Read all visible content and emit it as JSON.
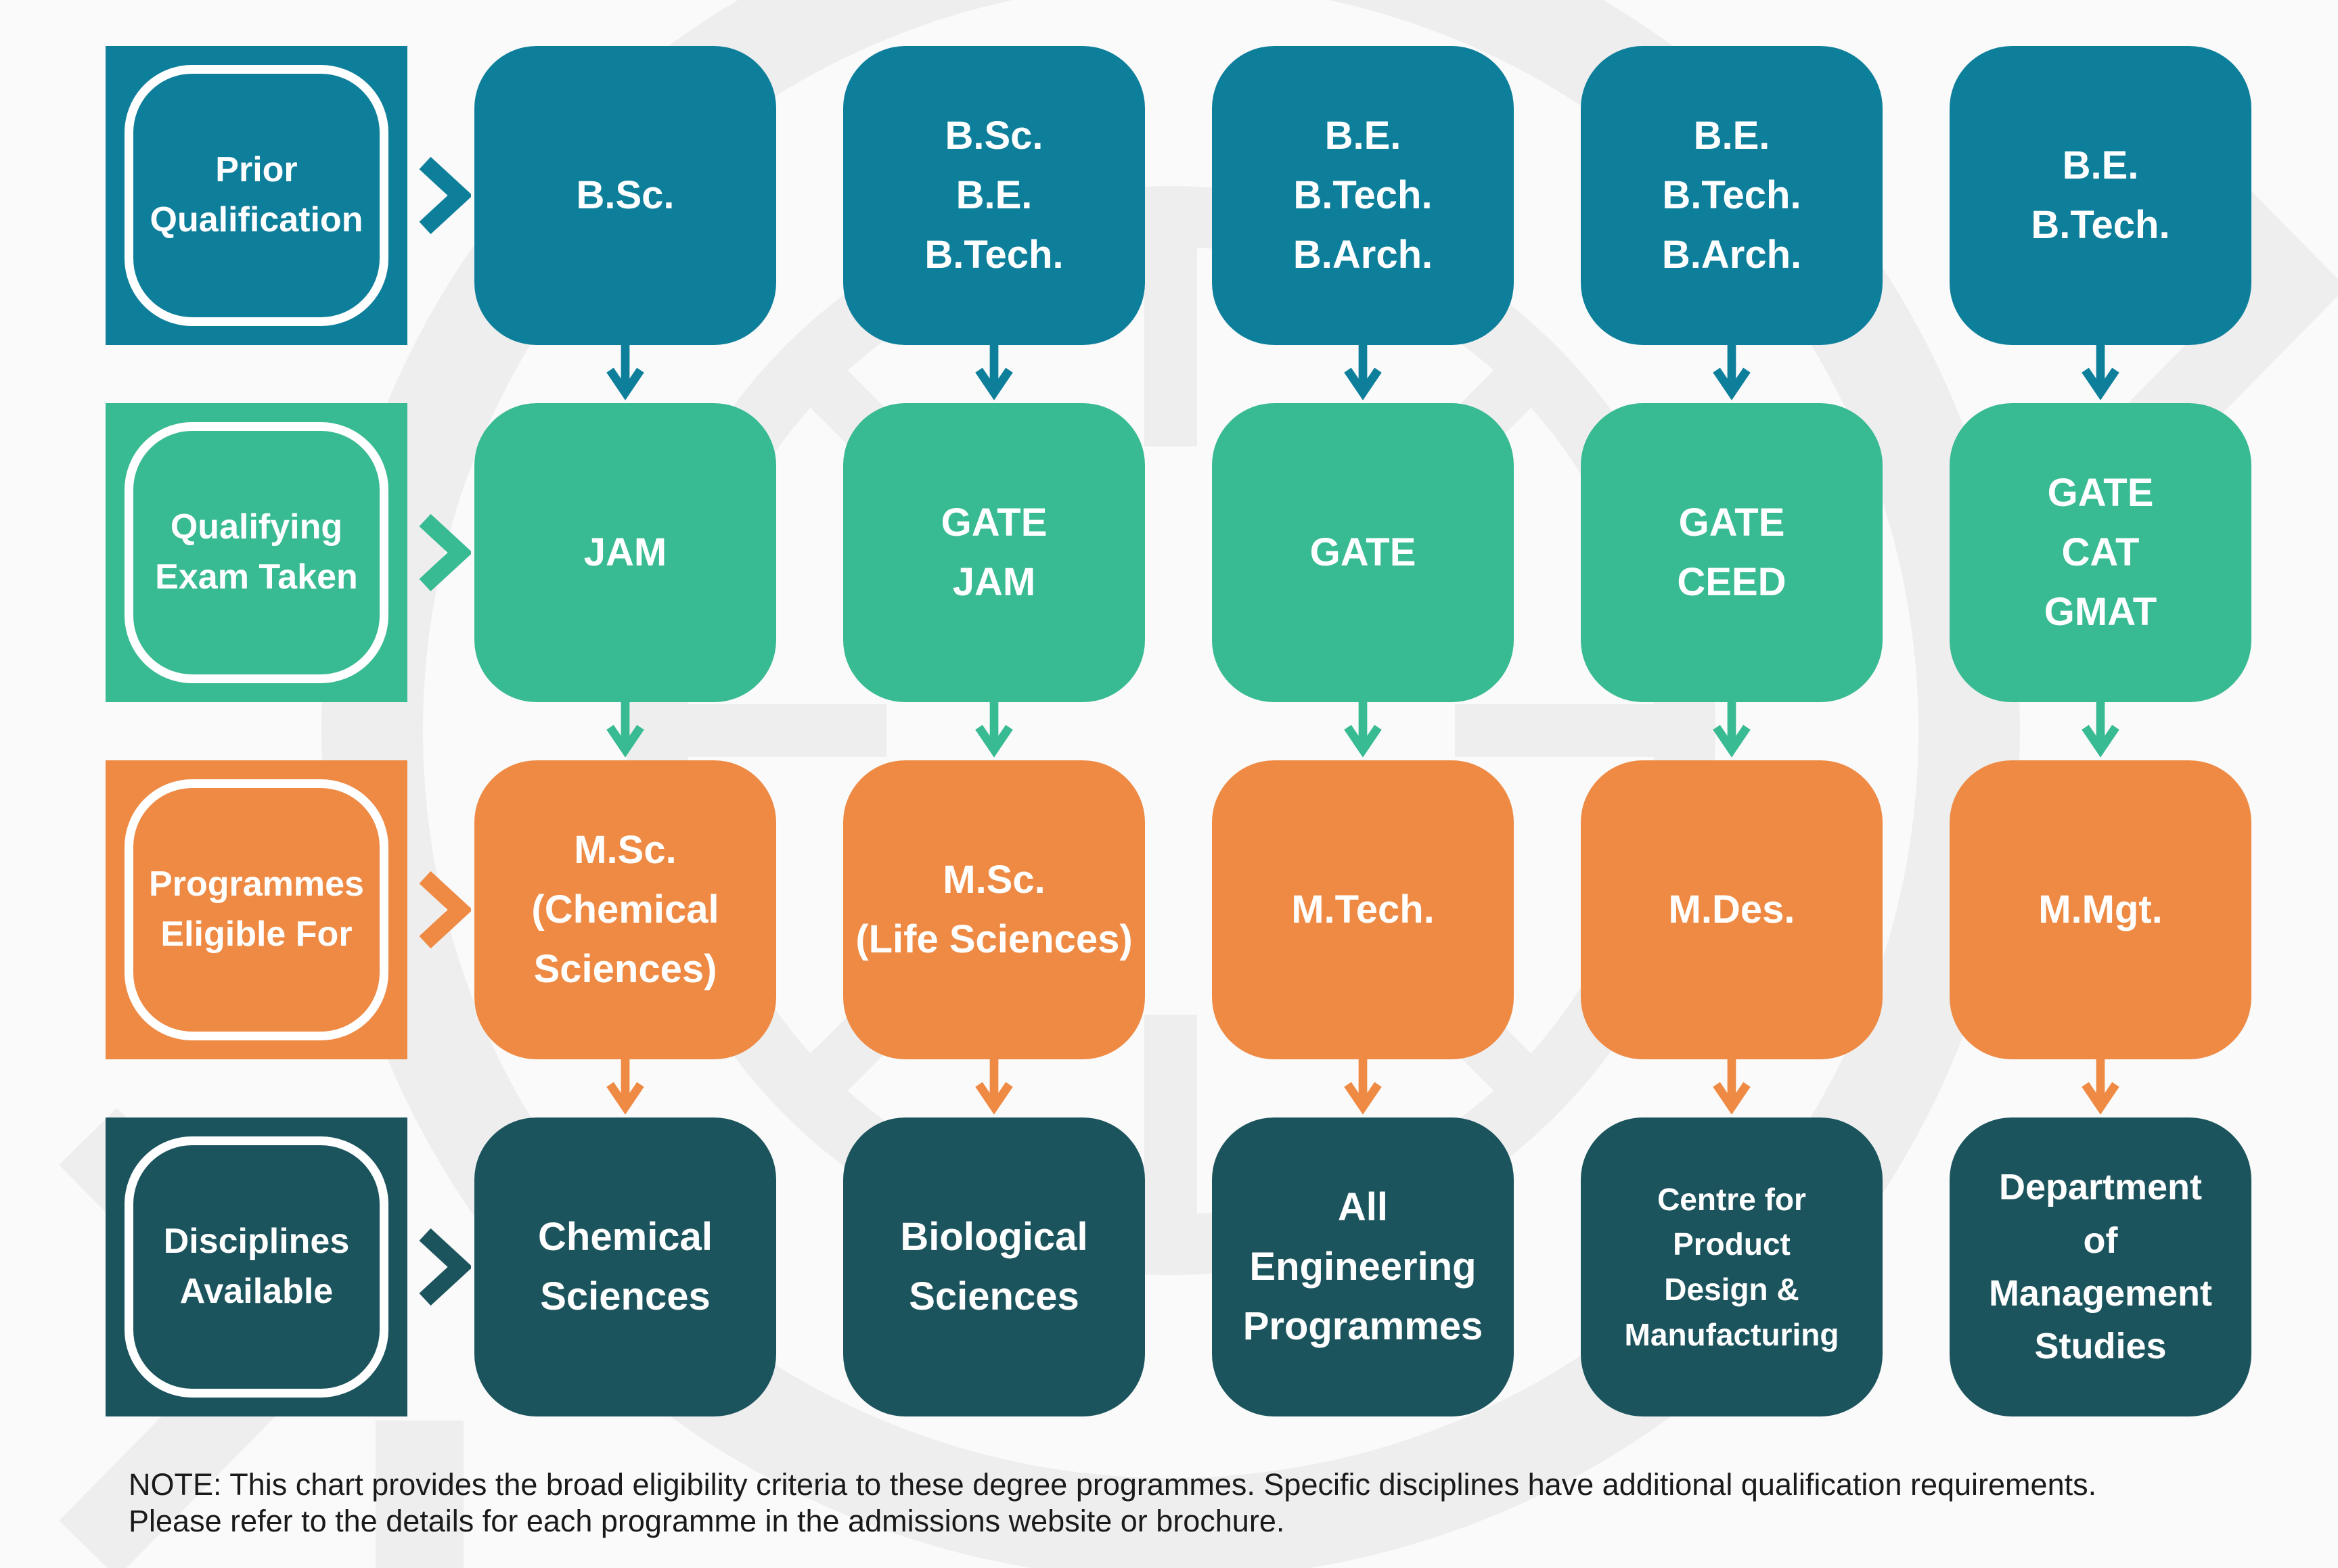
{
  "colors": {
    "row1": "#0E7F9B",
    "row2": "#38BA92",
    "row3": "#EE8A44",
    "row4": "#1C545D",
    "background": "#fafafa",
    "watermark": "#eeeeee",
    "box_text": "#ffffff",
    "note_text": "#1a1a1a"
  },
  "rows": [
    {
      "header": "Prior\nQualification",
      "cells": [
        "B.Sc.",
        "B.Sc.\nB.E.\nB.Tech.",
        "B.E.\nB.Tech.\nB.Arch.",
        "B.E.\nB.Tech.\nB.Arch.",
        "B.E.\nB.Tech."
      ]
    },
    {
      "header": "Qualifying\nExam Taken",
      "cells": [
        "JAM",
        "GATE\nJAM",
        "GATE",
        "GATE\nCEED",
        "GATE\nCAT\nGMAT"
      ]
    },
    {
      "header": "Programmes\nEligible For",
      "cells": [
        "M.Sc.\n(Chemical\nSciences)",
        "M.Sc.\n(Life Sciences)",
        "M.Tech.",
        "M.Des.",
        "M.Mgt."
      ]
    },
    {
      "header": "Disciplines\nAvailable",
      "cells": [
        "Chemical\nSciences",
        "Biological\nSciences",
        "All\nEngineering\nProgrammes",
        "Centre for\nProduct\nDesign &\nManufacturing",
        "Department\nof\nManagement\nStudies"
      ]
    }
  ],
  "note": {
    "line1": "NOTE: This chart provides the broad eligibility criteria to these degree programmes. Specific disciplines have additional qualification requirements.",
    "line2": "Please refer to the details for each programme in the admissions website or brochure."
  }
}
